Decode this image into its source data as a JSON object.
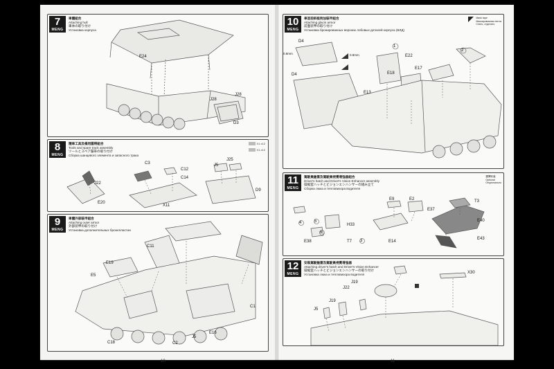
{
  "pages": {
    "left_number": "10",
    "right_number": "11"
  },
  "steps": {
    "s7": {
      "num": "7",
      "logo": "MENG",
      "cn": "車體組合",
      "en": "Attaching hull",
      "jp": "車体の取り付け",
      "ru": "Установка корпуса",
      "parts": [
        "E24",
        "J28",
        "J28",
        "D3"
      ]
    },
    "s8": {
      "num": "8",
      "logo": "MENG",
      "cn": "隨車工具及備用履帶組合",
      "en": "Tools and spare track assembly",
      "jp": "ツールとスペア履帯の取り付け",
      "ru": "Сборка шанцевого элемента и запасного трака",
      "parts": [
        "C3",
        "J22",
        "C12",
        "C14",
        "J5",
        "J25",
        "D9",
        "E20",
        "X11"
      ],
      "badges": [
        "X1 x12",
        "X1 x12"
      ]
    },
    "s9": {
      "num": "9",
      "logo": "MENG",
      "cn": "車體外部裝甲組合",
      "en": "Attaching outer armor",
      "jp": "外部装甲の取り付け",
      "ru": "Установка дополнительных бронепластин",
      "parts": [
        "C11",
        "E19",
        "E5",
        "C1",
        "C18",
        "C2",
        "J5",
        "E16"
      ]
    },
    "s10": {
      "num": "10",
      "logo": "MENG",
      "cn": "車首前斜板附加裝甲組合",
      "en": "Attaching glacis armor",
      "jp": "前面装甲の取り付け",
      "ru": "Установка бронированных верхних лобовых деталей корпуса (ВЛД)",
      "parts": [
        "D4",
        "D4",
        "E22",
        "E18",
        "E17",
        "E13",
        "1",
        "2"
      ],
      "callouts": [
        "0.8mm",
        "0.8mm"
      ],
      "legend": [
        "Mask tape",
        "Маскировочная лента",
        "Снять, отделить"
      ]
    },
    "s11": {
      "num": "11",
      "logo": "MENG",
      "cn": "駕駛員艙蓋及駕駛員視覺增強器組合",
      "en": "Driver's hatch and Driver's Vision Enhancer assembly",
      "jp": "操縦室ハッチとビジョンエンハンサーの組み立て",
      "ru": "Сборка люка и тепловизора водителя",
      "parts": [
        "E9",
        "E2",
        "T3",
        "E37",
        "H33",
        "E40",
        "E38",
        "T7",
        "E14",
        "E43",
        "4",
        "5",
        "6",
        "3"
      ],
      "legend": [
        "選擇安装",
        "Optional",
        "Опционально"
      ]
    },
    "s12": {
      "num": "12",
      "logo": "MENG",
      "cn": "安裝駕駛艙蓋及駕駛員視覺增強器",
      "en": "Attaching driver's hatch and Driver's Vision Enhancer",
      "jp": "操縦室ハッチとビジョンエンハンサーの取り付け",
      "ru": "Установка люка и тепловизора водителя",
      "parts": [
        "J22",
        "J19",
        "X30",
        "J19",
        "J5"
      ]
    }
  }
}
